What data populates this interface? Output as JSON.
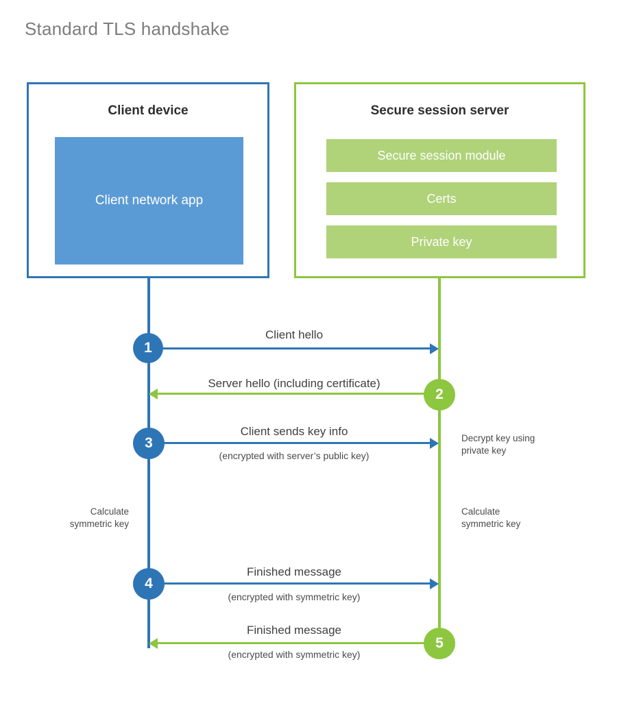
{
  "title": "Standard TLS handshake",
  "colors": {
    "client_blue": "#2e75b6",
    "client_app_blue": "#5b9bd5",
    "server_green": "#8dc63f",
    "server_bar_green": "#b0d279",
    "title_gray": "#7d7d7d",
    "text_gray": "#3f3f3f"
  },
  "client": {
    "title": "Client device",
    "app_label": "Client network app"
  },
  "server": {
    "title": "Secure session server",
    "modules": [
      {
        "label": "Secure session module"
      },
      {
        "label": "Certs"
      },
      {
        "label": "Private key"
      }
    ]
  },
  "steps": [
    {
      "number": "1",
      "label": "Client hello",
      "sub": "",
      "direction": "client-to-server",
      "color": "#2e75b6"
    },
    {
      "number": "2",
      "label": "Server hello (including certificate)",
      "sub": "",
      "direction": "server-to-client",
      "color": "#8dc63f"
    },
    {
      "number": "3",
      "label": "Client sends key info",
      "sub": "(encrypted with server’s public key)",
      "direction": "client-to-server",
      "color": "#2e75b6"
    },
    {
      "number": "4",
      "label": "Finished message",
      "sub": "(encrypted with symmetric key)",
      "direction": "client-to-server",
      "color": "#2e75b6"
    },
    {
      "number": "5",
      "label": "Finished message",
      "sub": "(encrypted with symmetric key)",
      "direction": "server-to-client",
      "color": "#8dc63f"
    }
  ],
  "notes": {
    "decrypt_key": "Decrypt key using\nprivate key",
    "client_calculate": "Calculate\nsymmetric key",
    "server_calculate": "Calculate\nsymmetric key"
  }
}
